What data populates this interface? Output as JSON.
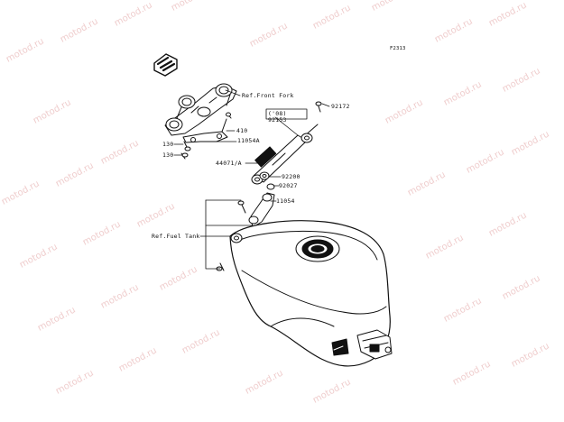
{
  "figure_code": "F2313",
  "watermark": "motod.ru",
  "references": {
    "front_fork": "Ref.Front Fork",
    "fuel_tank": "Ref.Fuel Tank"
  },
  "variant_note": "('08)",
  "callouts": {
    "p410": "410",
    "p11054A": "11054A",
    "p130a": "130",
    "p130b": "130",
    "p44071A": "44071/A",
    "p92153": "92153",
    "p92172": "92172",
    "p92200": "92200",
    "p92027": "92027",
    "p11054": "11054"
  }
}
